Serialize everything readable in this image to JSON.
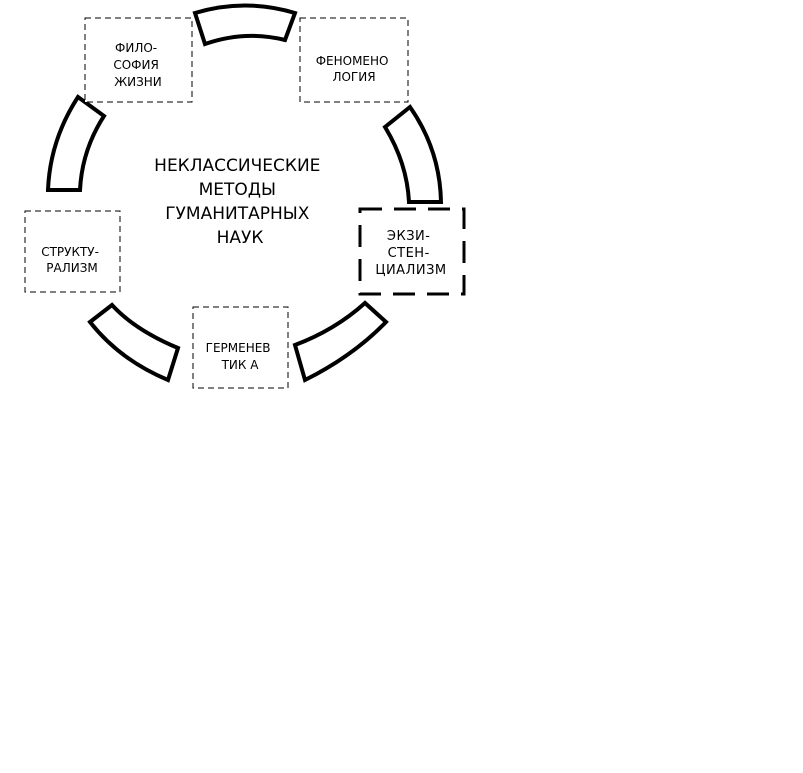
{
  "center": {
    "lines": [
      "НЕКЛАССИЧЕСКИЕ",
      "МЕТОДЫ",
      "ГУМАНИТАРНЫХ",
      "НАУК"
    ]
  },
  "boxes": {
    "philosophy_of_life": [
      "ФИЛО-",
      "СОФИЯ",
      "ЖИЗНИ"
    ],
    "phenomenology": [
      "ФЕНОМЕНО",
      "ЛОГИЯ"
    ],
    "existentialism": [
      "ЭКЗИ-",
      "СТЕН-",
      "ЦИАЛИЗМ"
    ],
    "hermeneutics": [
      "ГЕРМЕНЕВ",
      "ТИК А"
    ],
    "structuralism": [
      "СТРУКТУ-",
      "РАЛИЗМ"
    ]
  }
}
